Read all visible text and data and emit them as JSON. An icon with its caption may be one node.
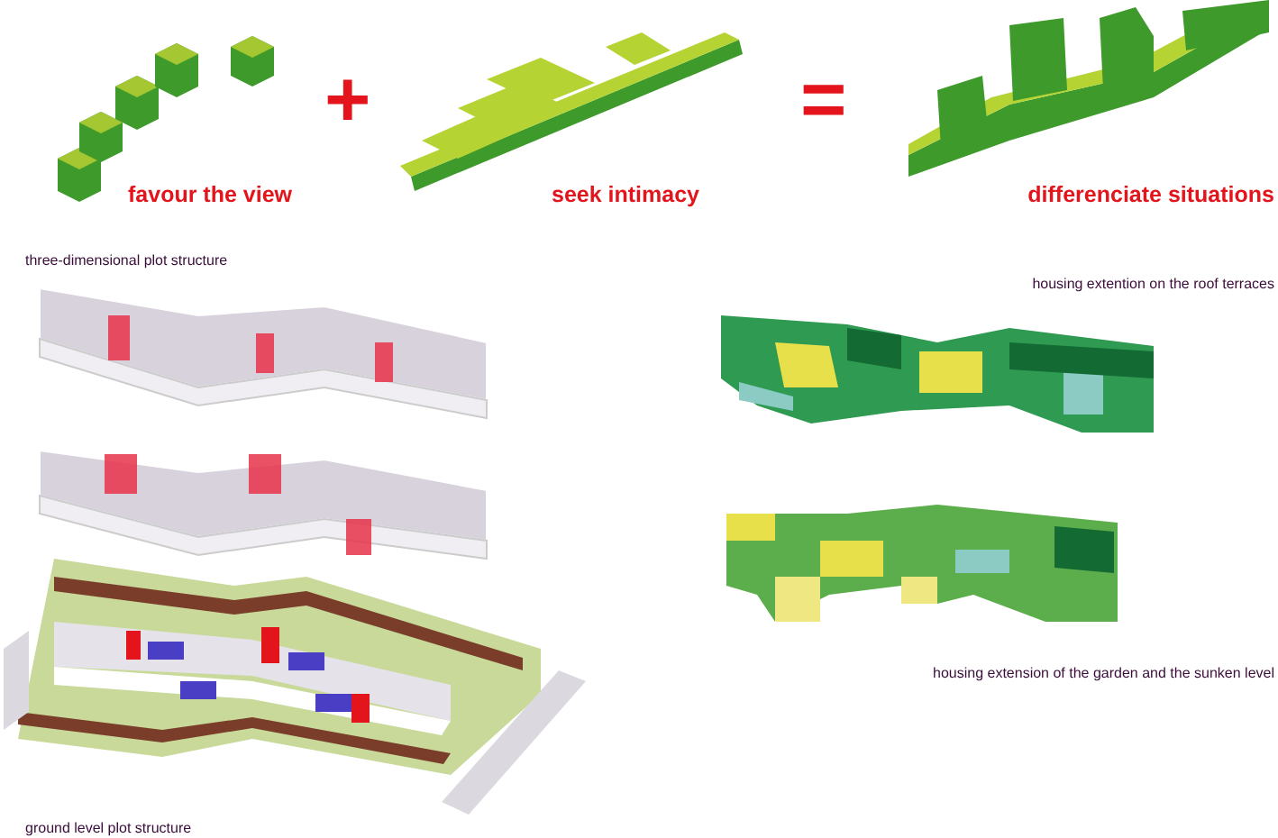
{
  "diagram": {
    "labels": [
      "+",
      "=",
      "favour the view",
      "seek intimacy",
      "differenciate situations",
      "three-dimensional plot structure",
      "housing extention on the roof terraces",
      "housing extension of the garden and the sunken level",
      "ground level plot structure"
    ]
  }
}
